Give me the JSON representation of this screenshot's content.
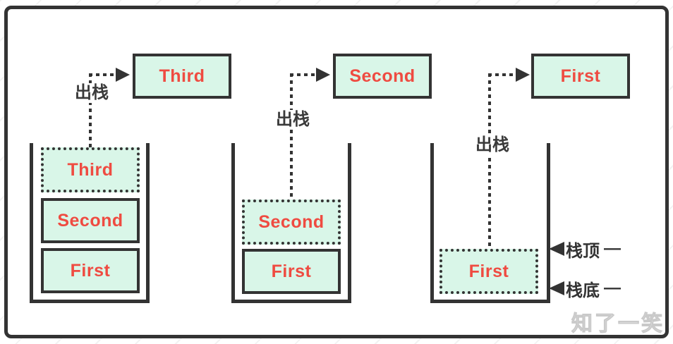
{
  "labels": {
    "pop": "出栈",
    "stack_top": "栈顶",
    "stack_bottom": "栈底",
    "dash": "—"
  },
  "watermark": "知了一笑",
  "colors": {
    "outline": "#333333",
    "box_fill": "#d9f6e8",
    "box_text": "#ef4b41",
    "label_text": "#3a3a3a",
    "watermark": "#d9d9d9"
  },
  "stages": [
    {
      "popped": "Third",
      "stack": [
        {
          "label": "Third",
          "style": "dotted"
        },
        {
          "label": "Second",
          "style": "solid"
        },
        {
          "label": "First",
          "style": "solid"
        }
      ]
    },
    {
      "popped": "Second",
      "stack": [
        {
          "label": "Second",
          "style": "dotted"
        },
        {
          "label": "First",
          "style": "solid"
        }
      ]
    },
    {
      "popped": "First",
      "stack": [
        {
          "label": "First",
          "style": "dotted"
        }
      ]
    }
  ]
}
